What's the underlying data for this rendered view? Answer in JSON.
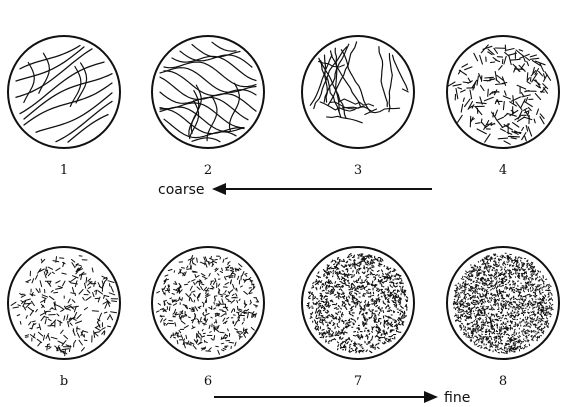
{
  "figure": {
    "top_row": [
      {
        "label": "1",
        "texture": "long-curved-lines"
      },
      {
        "label": "2",
        "texture": "long-wavy-lines"
      },
      {
        "label": "3",
        "texture": "branching-lines"
      },
      {
        "label": "4",
        "texture": "short-dashes"
      }
    ],
    "bottom_row": [
      {
        "label": "b",
        "texture": "short-ticks"
      },
      {
        "label": "6",
        "texture": "dense-dashes"
      },
      {
        "label": "7",
        "texture": "fine-dots"
      },
      {
        "label": "8",
        "texture": "very-fine-dots"
      }
    ],
    "coarse_label": "coarse",
    "fine_label": "fine",
    "ink_color": "#111111"
  }
}
